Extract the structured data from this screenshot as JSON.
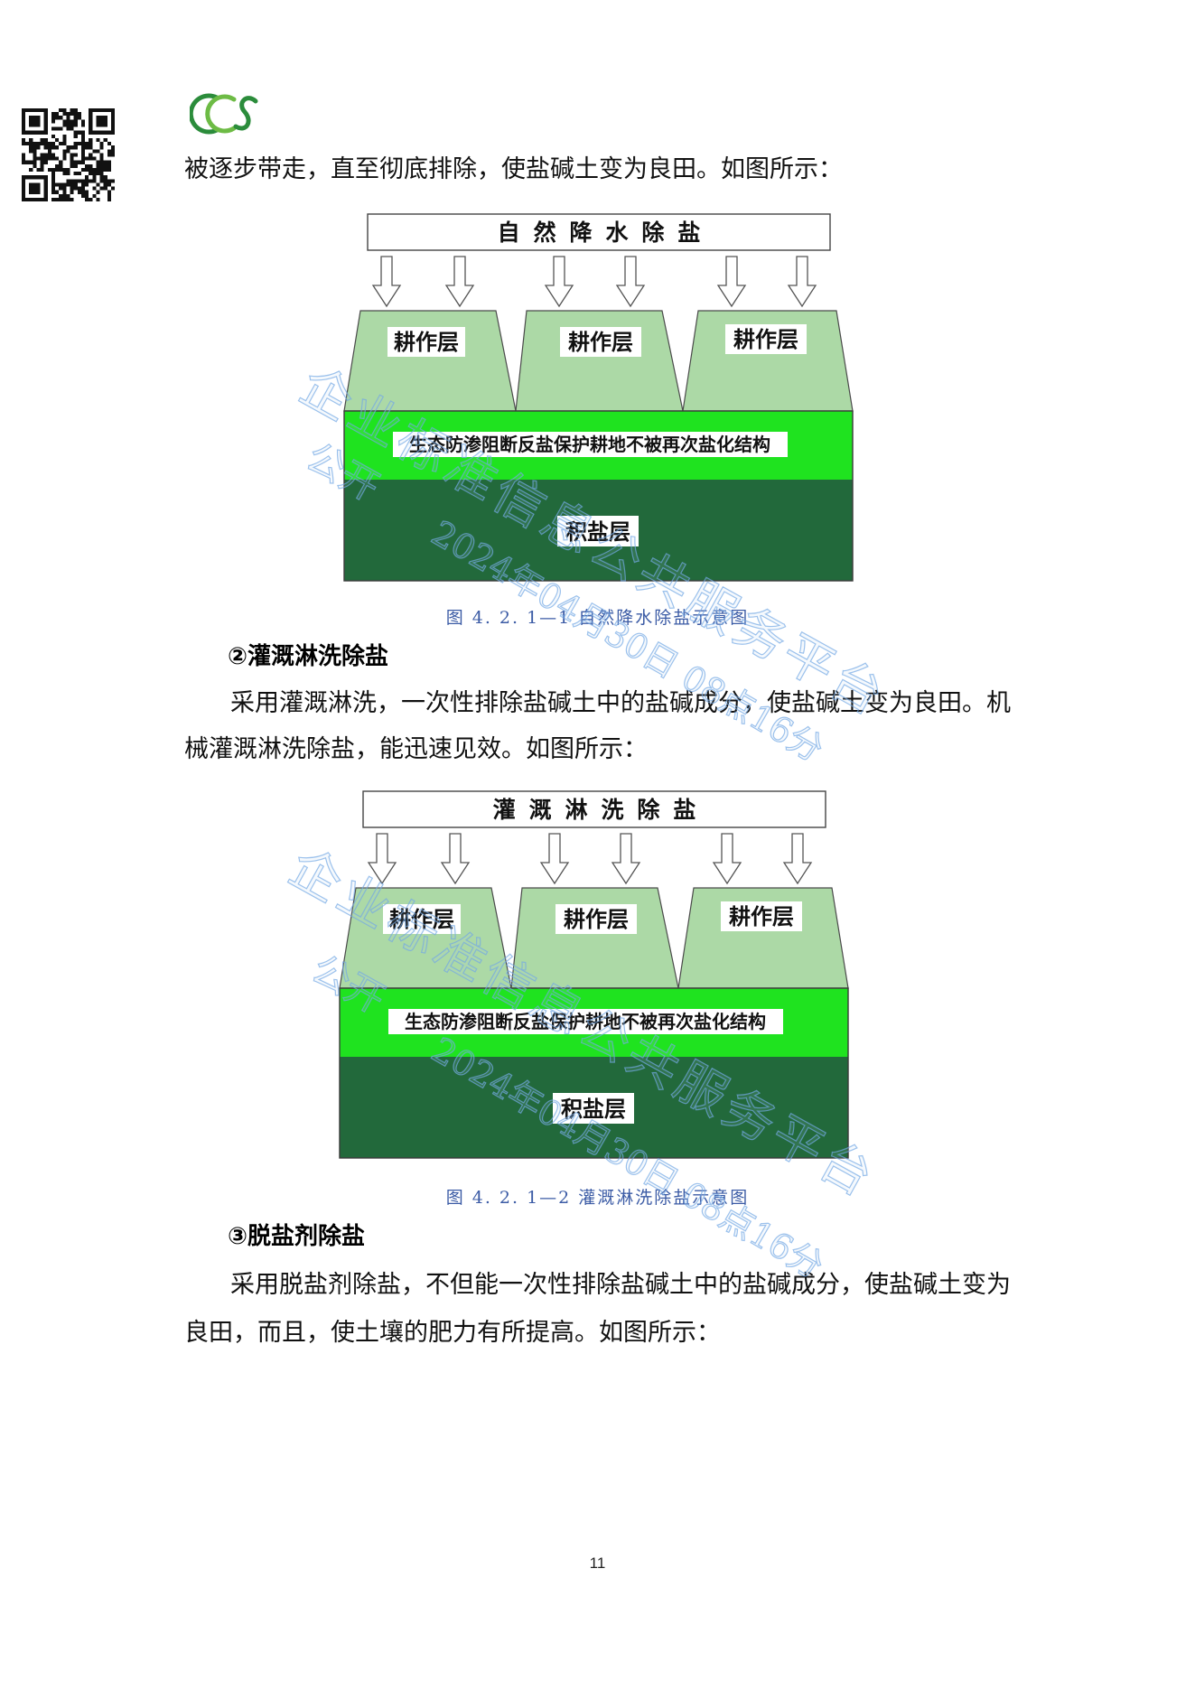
{
  "body": {
    "intro_line": "被逐步带走，直至彻底排除，使盐碱土变为良田。如图所示：",
    "section_2": {
      "heading": "②灌溉淋洗除盐",
      "paragraph_lines": [
        "采用灌溉淋洗，一次性排除盐碱土中的盐碱成分，使盐碱土变为良田。机",
        "械灌溉淋洗除盐，能迅速见效。如图所示："
      ]
    },
    "section_3": {
      "heading": "③脱盐剂除盐",
      "paragraph_lines": [
        "采用脱盐剂除盐，不但能一次性排除盐碱土中的盐碱成分，使盐碱土变为",
        "良田，而且，使土壤的肥力有所提高。如图所示："
      ]
    }
  },
  "figures": [
    {
      "header": "自 然 降 水 除 盐",
      "tillage_labels": [
        "耕作层",
        "耕作层",
        "耕作层"
      ],
      "barrier_label": "生态防渗阻断反盐保护耕地不被再次盐化结构",
      "salt_layer_label": "积盐层",
      "caption": "图 4. 2. 1—1 自然降水除盐示意图"
    },
    {
      "header": "灌 溉 淋 洗 除 盐",
      "tillage_labels": [
        "耕作层",
        "耕作层",
        "耕作层"
      ],
      "barrier_label": "生态防渗阻断反盐保护耕地不被再次盐化结构",
      "salt_layer_label": "积盐层",
      "caption": "图 4. 2. 1—2 灌溉淋洗除盐示意图"
    }
  ],
  "watermark": {
    "platform": "企业标准信息公共服务平台",
    "status": "公开",
    "timestamp": "2024年04月30日 08点16分"
  },
  "logo": {
    "text": "CCS"
  },
  "page_number": "11",
  "colors": {
    "tillage_fill": "#acd9a6",
    "barrier_fill": "#1fe31f",
    "salt_fill": "#22693b",
    "outline": "#3a3a3a",
    "caption": "#3b5ba5",
    "watermark": "#7fb0e6",
    "logo_dark_green": "#2b8c3b",
    "logo_light_green": "#6dbb45"
  }
}
